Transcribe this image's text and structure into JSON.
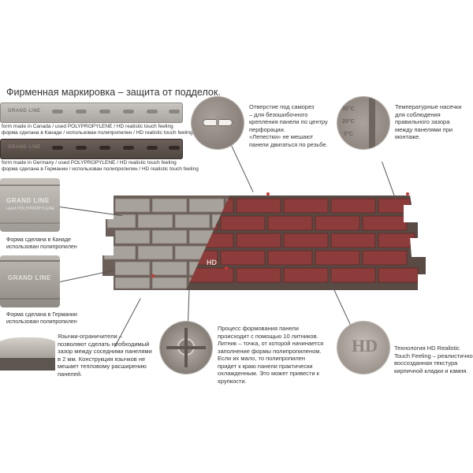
{
  "title": "Фирменная маркировка – защита от подделок.",
  "strip_brand": "GRAND LINE",
  "caption_canada": {
    "line1": "form made in Canada / used POLYPROPYLENE / HD realistic touch feeling",
    "line2": "форма сделана в Канаде / использован полипропилен / HD realistic touch feeling"
  },
  "caption_germany": {
    "line1": "form made in Germany / used POLYPROPYLENE / HD realistic touch feeling",
    "line2": "форма сделана в Германии / использован полипропилен / HD realistic touch feeling"
  },
  "sample_canada": {
    "brand": "GRAND LINE",
    "sub": "used POLYPROPYLENE",
    "label_line1": "Форма сделана в Канаде",
    "label_line2": "использован полипропилен"
  },
  "sample_germany": {
    "brand": "GRAND LINE",
    "label_line1": "Форма сделана в Германии",
    "label_line2": "использован полипропилен"
  },
  "screw_hole_text": {
    "l1": "Отверстие под саморез",
    "l2": "– для безошибочного",
    "l3": "крепления панели по центру",
    "l4": "перфорации.",
    "l5": "«Лепестки» не мешают",
    "l6": "панели двигаться по резьбе."
  },
  "temp_marks_text": {
    "l1": "Температурные насечки",
    "l2": "для соблюдения",
    "l3": "правильного зазора",
    "l4": "между панелями при",
    "l5": "монтаже."
  },
  "temp_marks_labels": [
    "35°C",
    "20°C",
    "5°C"
  ],
  "tabs_text": {
    "l1": "Язычки-ограничители –",
    "l2": "позволяют сделать необходимый",
    "l3": "зазор между соседними панелями",
    "l4": "в 2 мм. Конструкция язычков не",
    "l5": "мешает тепловому расширению",
    "l6": "панелей."
  },
  "molding_text": {
    "l1": "Процесс формования панели",
    "l2": "происходит с помощью 10 литников.",
    "l3": "Литник – точка, от которой начинается",
    "l4": "заполнение формы полипропиленом.",
    "l5": "Если их мало, то полипропилен",
    "l6": "придет к краю панели практически",
    "l7": "охлажденным. Это может привести к",
    "l8": "хрупкости."
  },
  "hd_text": {
    "l1": "Технология HD Realistic",
    "l2": "Touch Feeling – реалистично",
    "l3": "воссозданная текстура",
    "l4": "кирпичной кладки и камня."
  },
  "panel_hd_mark": "HD",
  "hd_circle_mark": "HD",
  "colors": {
    "brick_red": "#8c3c3a",
    "brick_grey": "#a7a29c",
    "mortar": "#6b5f58",
    "accent_dot": "#cc3333"
  }
}
